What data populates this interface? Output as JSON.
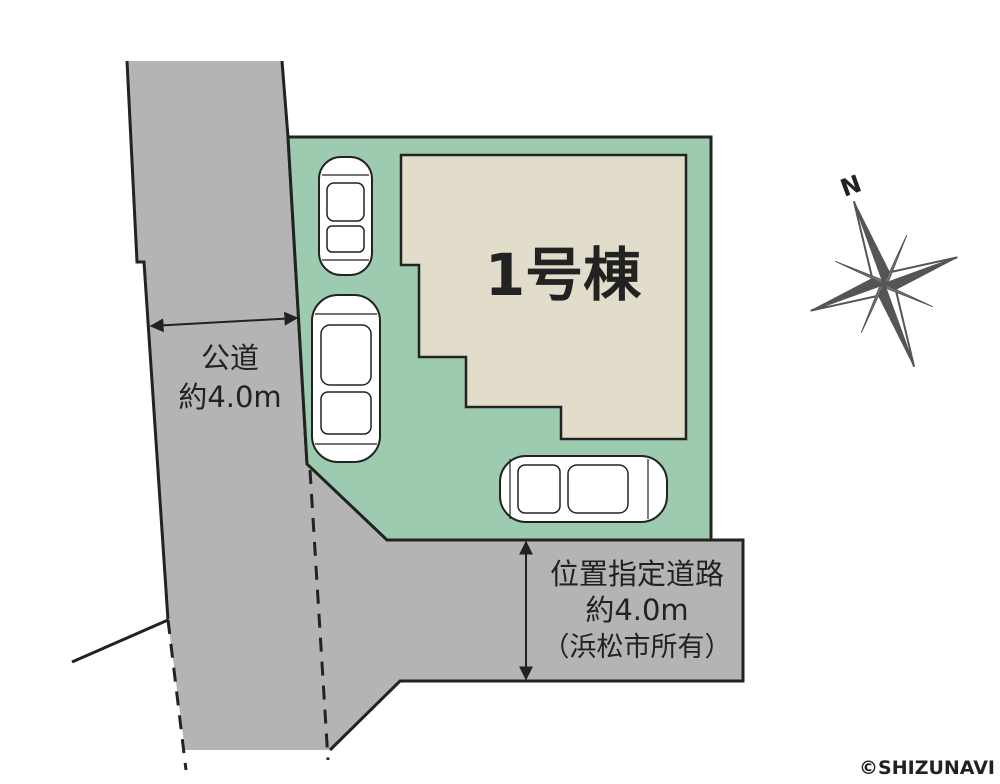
{
  "building": {
    "label": "1号棟"
  },
  "public_road": {
    "name": "公道",
    "width": "約4.0m"
  },
  "designated_road": {
    "name": "位置指定道路",
    "width": "約4.0m",
    "owner": "（浜松市所有）"
  },
  "compass": {
    "north_label": "N"
  },
  "copyright": "©SHIZUNAVI",
  "colors": {
    "road": "#b4b4b4",
    "lot": "#9ccbaf",
    "building": "#e2dccb",
    "outline": "#222222"
  }
}
